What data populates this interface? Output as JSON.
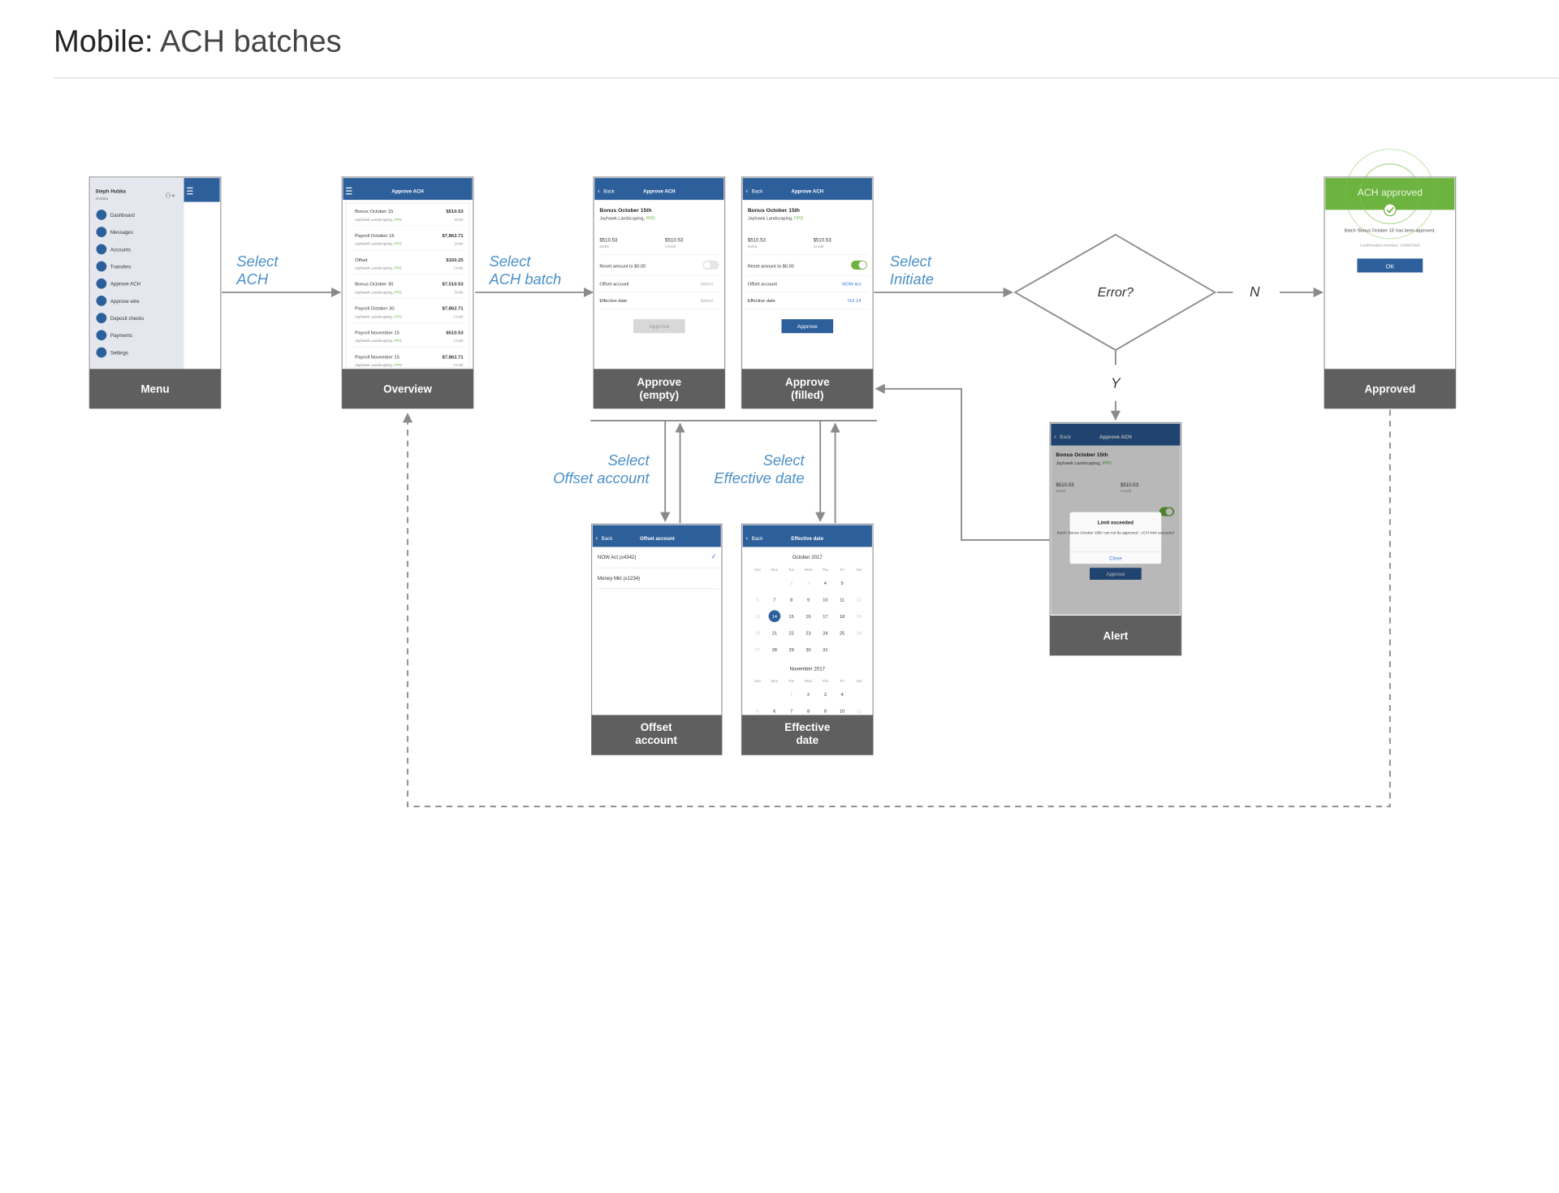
{
  "title": {
    "bold": "Mobile:",
    "rest": " ACH batches"
  },
  "transitions": {
    "select_ach": [
      "Select",
      "ACH"
    ],
    "select_batch": [
      "Select",
      "ACH batch"
    ],
    "select_initiate": [
      "Select",
      "Initiate"
    ],
    "select_offset": [
      "Select",
      "Offset account"
    ],
    "select_effective": [
      "Select",
      "Effective date"
    ],
    "yes": "Y",
    "no": "N"
  },
  "decision": {
    "label": "Error?"
  },
  "screens": {
    "menu": {
      "caption": [
        "Menu"
      ],
      "user_name": "Steph Hubka",
      "user_handle": "shubka",
      "items": [
        "Dashboard",
        "Messages",
        "Accounts",
        "Transfers",
        "Approve ACH",
        "Approve wire",
        "Deposit checks",
        "Payments",
        "Settings"
      ]
    },
    "overview": {
      "caption": [
        "Overview"
      ],
      "header": "Approve ACH",
      "rows": [
        {
          "name": "Bonus October 15",
          "sub": "Jayhawk Landscaping,",
          "tag": "PPD",
          "amount": "$510.53",
          "type": "Debit"
        },
        {
          "name": "Payroll October 15",
          "sub": "Jayhawk Landscaping,",
          "tag": "PPD",
          "amount": "$7,862.71",
          "type": "Debit"
        },
        {
          "name": "Offset",
          "sub": "Jayhawk Landscaping,",
          "tag": "PPD",
          "amount": "$150.25",
          "type": "Credit"
        },
        {
          "name": "Bonus October 30",
          "sub": "Jayhawk Landscaping,",
          "tag": "PPD",
          "amount": "$7,510.53",
          "type": "Debit"
        },
        {
          "name": "Payroll October 30",
          "sub": "Jayhawk Landscaping,",
          "tag": "PPD",
          "amount": "$7,862.71",
          "type": "Credit"
        },
        {
          "name": "Payroll November 15",
          "sub": "Jayhawk Landscaping,",
          "tag": "PPD",
          "amount": "$510.53",
          "type": "Credit"
        },
        {
          "name": "Payroll November 15",
          "sub": "Jayhawk Landscaping,",
          "tag": "PPD",
          "amount": "$7,862.71",
          "type": "Credit"
        }
      ]
    },
    "approve_empty": {
      "caption": [
        "Approve",
        "(empty)"
      ],
      "back": "Back",
      "header": "Approve ACH",
      "batch": "Bonus October 15th",
      "company": "Jayhawk Landscaping,",
      "tag": "PPD",
      "debit_amount": "$510.53",
      "debit_label": "Debit",
      "credit_amount": "$510.53",
      "credit_label": "Credit",
      "reset_label": "Reset amount to $0.00",
      "offset_label": "Offset account",
      "offset_value": "Select",
      "date_label": "Effective date",
      "date_value": "Select",
      "button": "Approve"
    },
    "approve_filled": {
      "caption": [
        "Approve",
        "(filled)"
      ],
      "back": "Back",
      "header": "Approve ACH",
      "batch": "Bonus October 15th",
      "company": "Jayhawk Landscaping,",
      "tag": "PPD",
      "debit_amount": "$510.53",
      "debit_label": "Debit",
      "credit_amount": "$510.53",
      "credit_label": "Credit",
      "reset_label": "Reset amount to $0.00",
      "offset_label": "Offset account",
      "offset_value": "NOW Act",
      "date_label": "Effective date",
      "date_value": "Oct 14",
      "button": "Approve"
    },
    "approved": {
      "caption": [
        "Approved"
      ],
      "header": "ACH approved",
      "message": "Batch 'Bonus October 15' has been approved.",
      "confirmation": "Confirmation Number: 234567890",
      "button": "OK"
    },
    "alert": {
      "caption": [
        "Alert"
      ],
      "back": "Back",
      "header": "Approve ACH",
      "batch": "Bonus October 15th",
      "company": "Jayhawk Landscaping,",
      "tag": "PPD",
      "debit_amount": "$510.53",
      "debit_label": "Debit",
      "credit_amount": "$510.53",
      "credit_label": "Credit",
      "dialog_title": "Limit exceeded",
      "dialog_text": "Batch 'Bonus October 15th' can not be approved - ACH limit exceeded",
      "dialog_button": "Close",
      "button": "Approve"
    },
    "offset_account": {
      "caption": [
        "Offset",
        "account"
      ],
      "back": "Back",
      "header": "Offset account",
      "options": [
        "NOW Act (x4342)",
        "Money Mkt (x1234)"
      ]
    },
    "effective_date": {
      "caption": [
        "Effective",
        "date"
      ],
      "back": "Back",
      "header": "Effective date",
      "month1": "October 2017",
      "month2": "November 2017",
      "weekdays": [
        "Sun",
        "Mon",
        "Tue",
        "Wed",
        "Thu",
        "Fri",
        "Sat"
      ],
      "selected_day": "14"
    }
  },
  "colors": {
    "header_blue": "#2d5f9a",
    "caption_gray": "#5f5f5f",
    "label_blue": "#4a90c8",
    "approved_green": "#6db33f",
    "ppd_green": "#6db33f",
    "link_blue": "#3a7bd5"
  }
}
